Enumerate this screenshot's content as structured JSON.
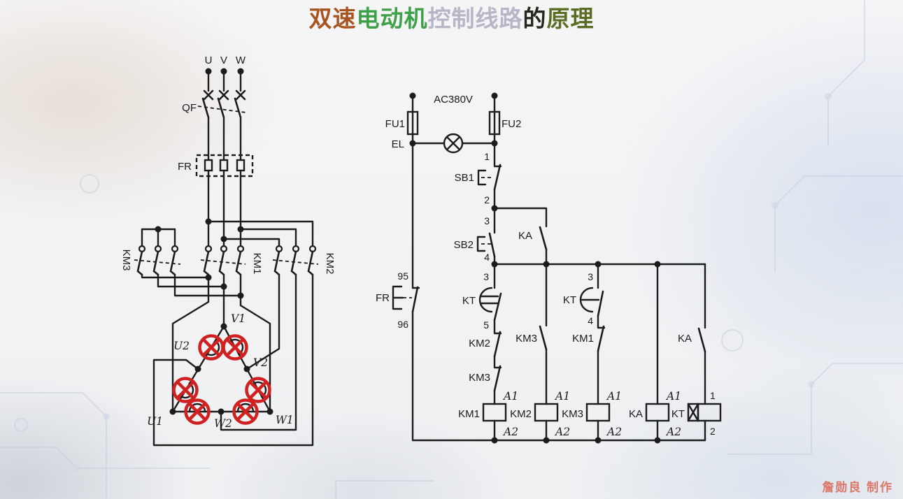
{
  "colors": {
    "wire": "#1c1c1c",
    "annotation_red": "#d12020",
    "watermark_red": "#dc6a5b",
    "title_speed": "#a85420",
    "title_motor": "#3fa04a",
    "title_control": "#b9b5c7",
    "title_de": "#26261f",
    "title_principle": "#5b6d24"
  },
  "title": {
    "segments": [
      {
        "text": "双速"
      },
      {
        "text": "电动机"
      },
      {
        "text": "控制线路"
      },
      {
        "text": "的"
      },
      {
        "text": "原理"
      }
    ]
  },
  "watermark": "詹勋良 制作",
  "power": {
    "phase_u": "U",
    "phase_v": "V",
    "phase_w": "W",
    "breaker": "QF",
    "overload": "FR",
    "km3": "KM3",
    "km1": "KM1",
    "km2": "KM2",
    "v1": "V1",
    "u2": "U2",
    "v2": "V2",
    "u1": "U1",
    "w2": "W2",
    "w1": "W1"
  },
  "control": {
    "supply": "AC380V",
    "fu1": "FU1",
    "fu2": "FU2",
    "el": "EL",
    "n1": "1",
    "sb1": "SB1",
    "n2": "2",
    "n3": "3",
    "sb2": "SB2",
    "n4": "4",
    "ka_seal": "KA",
    "fr95": "95",
    "fr": "FR",
    "fr96": "96",
    "b1": {
      "n3": "3",
      "kt": "KT",
      "n5": "5",
      "km2": "KM2",
      "km3": "KM3",
      "a1": "A1",
      "coil": "KM1",
      "a2": "A2"
    },
    "b2": {
      "km3": "KM3",
      "a1": "A1",
      "coil": "KM2",
      "a2": "A2"
    },
    "b3": {
      "n3": "3",
      "kt": "KT",
      "n4": "4",
      "km1": "KM1",
      "a1": "A1",
      "coil": "KM3",
      "a2": "A2"
    },
    "b4": {
      "a1": "A1",
      "coil": "KA",
      "a2": "A2"
    },
    "b5": {
      "ka": "KA",
      "n1": "1",
      "coil": "KT",
      "n2": "2"
    }
  }
}
